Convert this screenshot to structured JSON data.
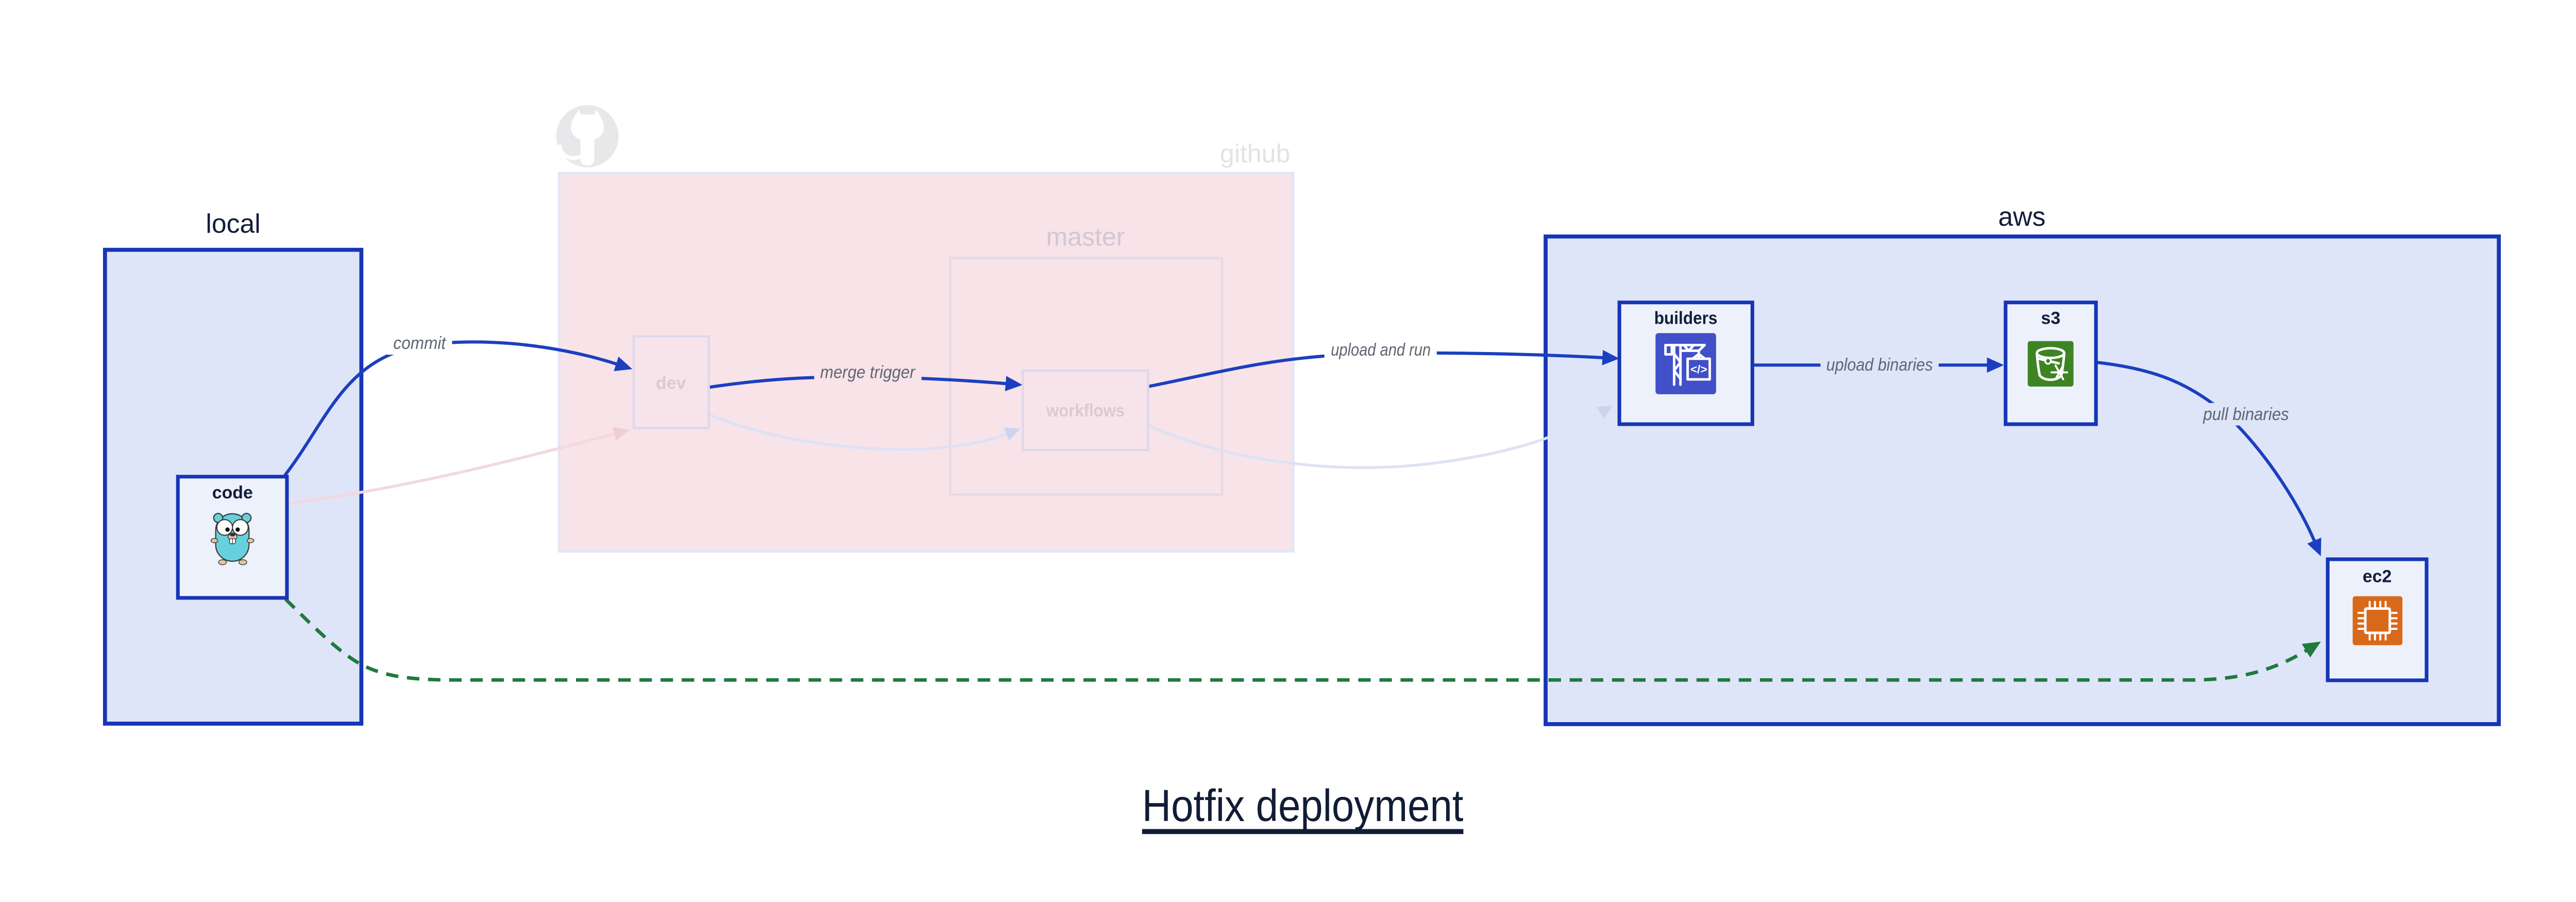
{
  "title": "Hotfix deployment",
  "containers": {
    "local": {
      "label": "local"
    },
    "github": {
      "label": "github",
      "logo_icon": "github-octocat-icon",
      "master": {
        "label": "master"
      }
    },
    "aws": {
      "label": "aws"
    }
  },
  "nodes": {
    "code": {
      "label": "code",
      "icon": "go-gopher-icon",
      "state": "active"
    },
    "dev": {
      "label": "dev",
      "icon": "",
      "state": "faded"
    },
    "workflows": {
      "label": "workflows",
      "icon": "",
      "state": "faded"
    },
    "builders": {
      "label": "builders",
      "icon": "aws-codebuild-icon",
      "state": "active"
    },
    "s3": {
      "label": "s3",
      "icon": "aws-s3-icon",
      "state": "active"
    },
    "ec2": {
      "label": "ec2",
      "icon": "aws-ec2-icon",
      "state": "active"
    }
  },
  "edges": [
    {
      "id": "commit",
      "label": "commit",
      "from": "code",
      "to": "dev",
      "style": "solid-blue"
    },
    {
      "id": "merge-trigger",
      "label": "merge trigger",
      "from": "dev",
      "to": "workflows",
      "style": "solid-blue"
    },
    {
      "id": "upload-and-run",
      "label": "upload and run",
      "from": "workflows",
      "to": "builders",
      "style": "solid-blue"
    },
    {
      "id": "upload-binaries",
      "label": "upload binaries",
      "from": "builders",
      "to": "s3",
      "style": "solid-blue"
    },
    {
      "id": "pull-binaries",
      "label": "pull binaries",
      "from": "s3",
      "to": "ec2",
      "style": "solid-blue"
    },
    {
      "id": "hotfix-direct-deploy",
      "label": "",
      "from": "code",
      "to": "ec2",
      "style": "dashed-green"
    },
    {
      "id": "code-dev-faded",
      "label": "",
      "from": "code",
      "to": "dev",
      "style": "faded-pink"
    },
    {
      "id": "dev-workflows-faded",
      "label": "",
      "from": "dev",
      "to": "workflows",
      "style": "faded-lavender"
    },
    {
      "id": "workflows-builders-faded",
      "label": "",
      "from": "workflows",
      "to": "builders",
      "style": "faded-lavender"
    }
  ],
  "colors": {
    "edge_blue": "#1b3fbf",
    "container_border": "#1636b5",
    "container_fill": "#dfe5f9",
    "node_fill": "#edf1fc",
    "label_navy": "#131d3b",
    "github_box_fill": "#f8e3e9",
    "github_box_border": "#e2e7f6",
    "faded_node_border": "#dcd8ee",
    "faded_node_label": "#dcc8d2",
    "master_border": "#e4dae6",
    "github_gray": "#e3e3e5",
    "edge_label_gray": "#5f6672",
    "faded_lavender_edge": "#dde2f4",
    "faded_pink_edge": "#f3d8df",
    "green_edge": "#1f7a3d",
    "gopher_teal": "#66d1dc",
    "codebuild_indigo": "#4150c8",
    "s3_green": "#3d8423",
    "ec2_orange": "#d9691a",
    "title_navy": "#111c35"
  }
}
